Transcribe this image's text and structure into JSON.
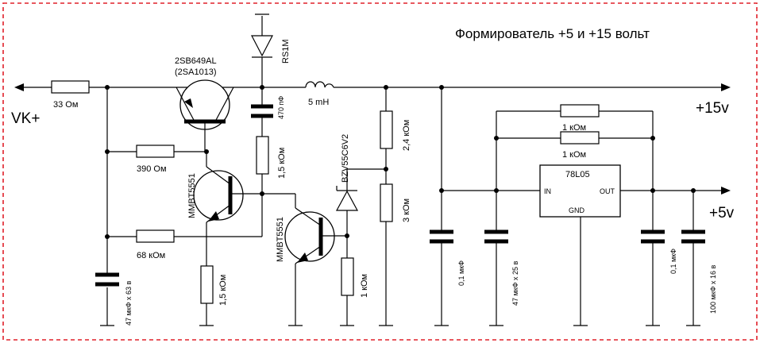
{
  "title": "Формирователь +5 и +15 вольт",
  "ports": {
    "vk": "VK+",
    "v15": "+15v",
    "v5": "+5v"
  },
  "transistors": {
    "pnp_main": {
      "name": "2SB649AL",
      "alt": "(2SA1013)"
    },
    "npn1": "MMBT5551",
    "npn2": "MMBT5551"
  },
  "diodes": {
    "rectifier": "RS1M",
    "zener": "BZV55C6V2"
  },
  "resistors": {
    "r_input": "33 Ом",
    "r_390": "390 Ом",
    "r_68k": "68 кОм",
    "r_emitter": "1,5 кОм",
    "r_base": "1,5 кОм",
    "r_zener": "1 кОм",
    "r_div_top": "2,4 кОм",
    "r_div_bot": "3 кОм",
    "r_par1": "1 кОм",
    "r_par2": "1 кОм"
  },
  "capacitors": {
    "c_input": "47 мкФ х 63 в",
    "c_470": "470 пФ",
    "c_out15": "0,1 мкФ",
    "c_reg_in": "47 мкФ х 25 в",
    "c_out5a": "0,1 мкФ",
    "c_out5b": "100 мкФ х 16 в"
  },
  "inductor": "5 mH",
  "regulator": {
    "name": "78L05",
    "pin_in": "IN",
    "pin_out": "OUT",
    "pin_gnd": "GND"
  },
  "colors": {
    "border": "#e0202a",
    "wire": "#000000"
  }
}
